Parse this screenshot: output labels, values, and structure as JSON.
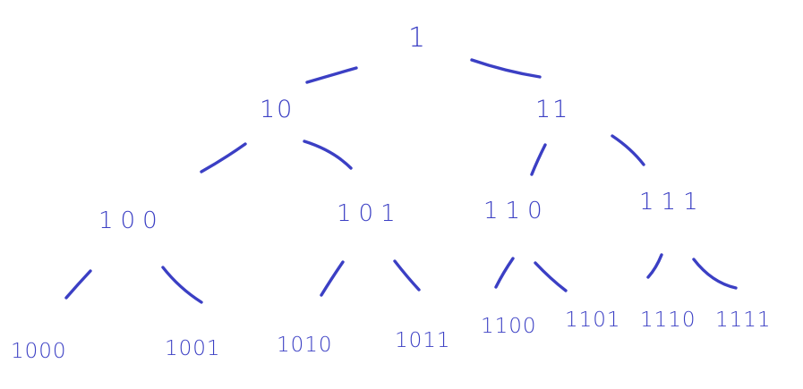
{
  "diagram": {
    "root": "1",
    "level1": [
      "10",
      "11"
    ],
    "level2": [
      "100",
      "101",
      "110",
      "111"
    ],
    "level3": [
      "1000",
      "1001",
      "1010",
      "1011",
      "1100",
      "1101",
      "1110",
      "1111"
    ]
  },
  "colors": {
    "ink": "#3b3fc4",
    "background": "#ffffff"
  }
}
